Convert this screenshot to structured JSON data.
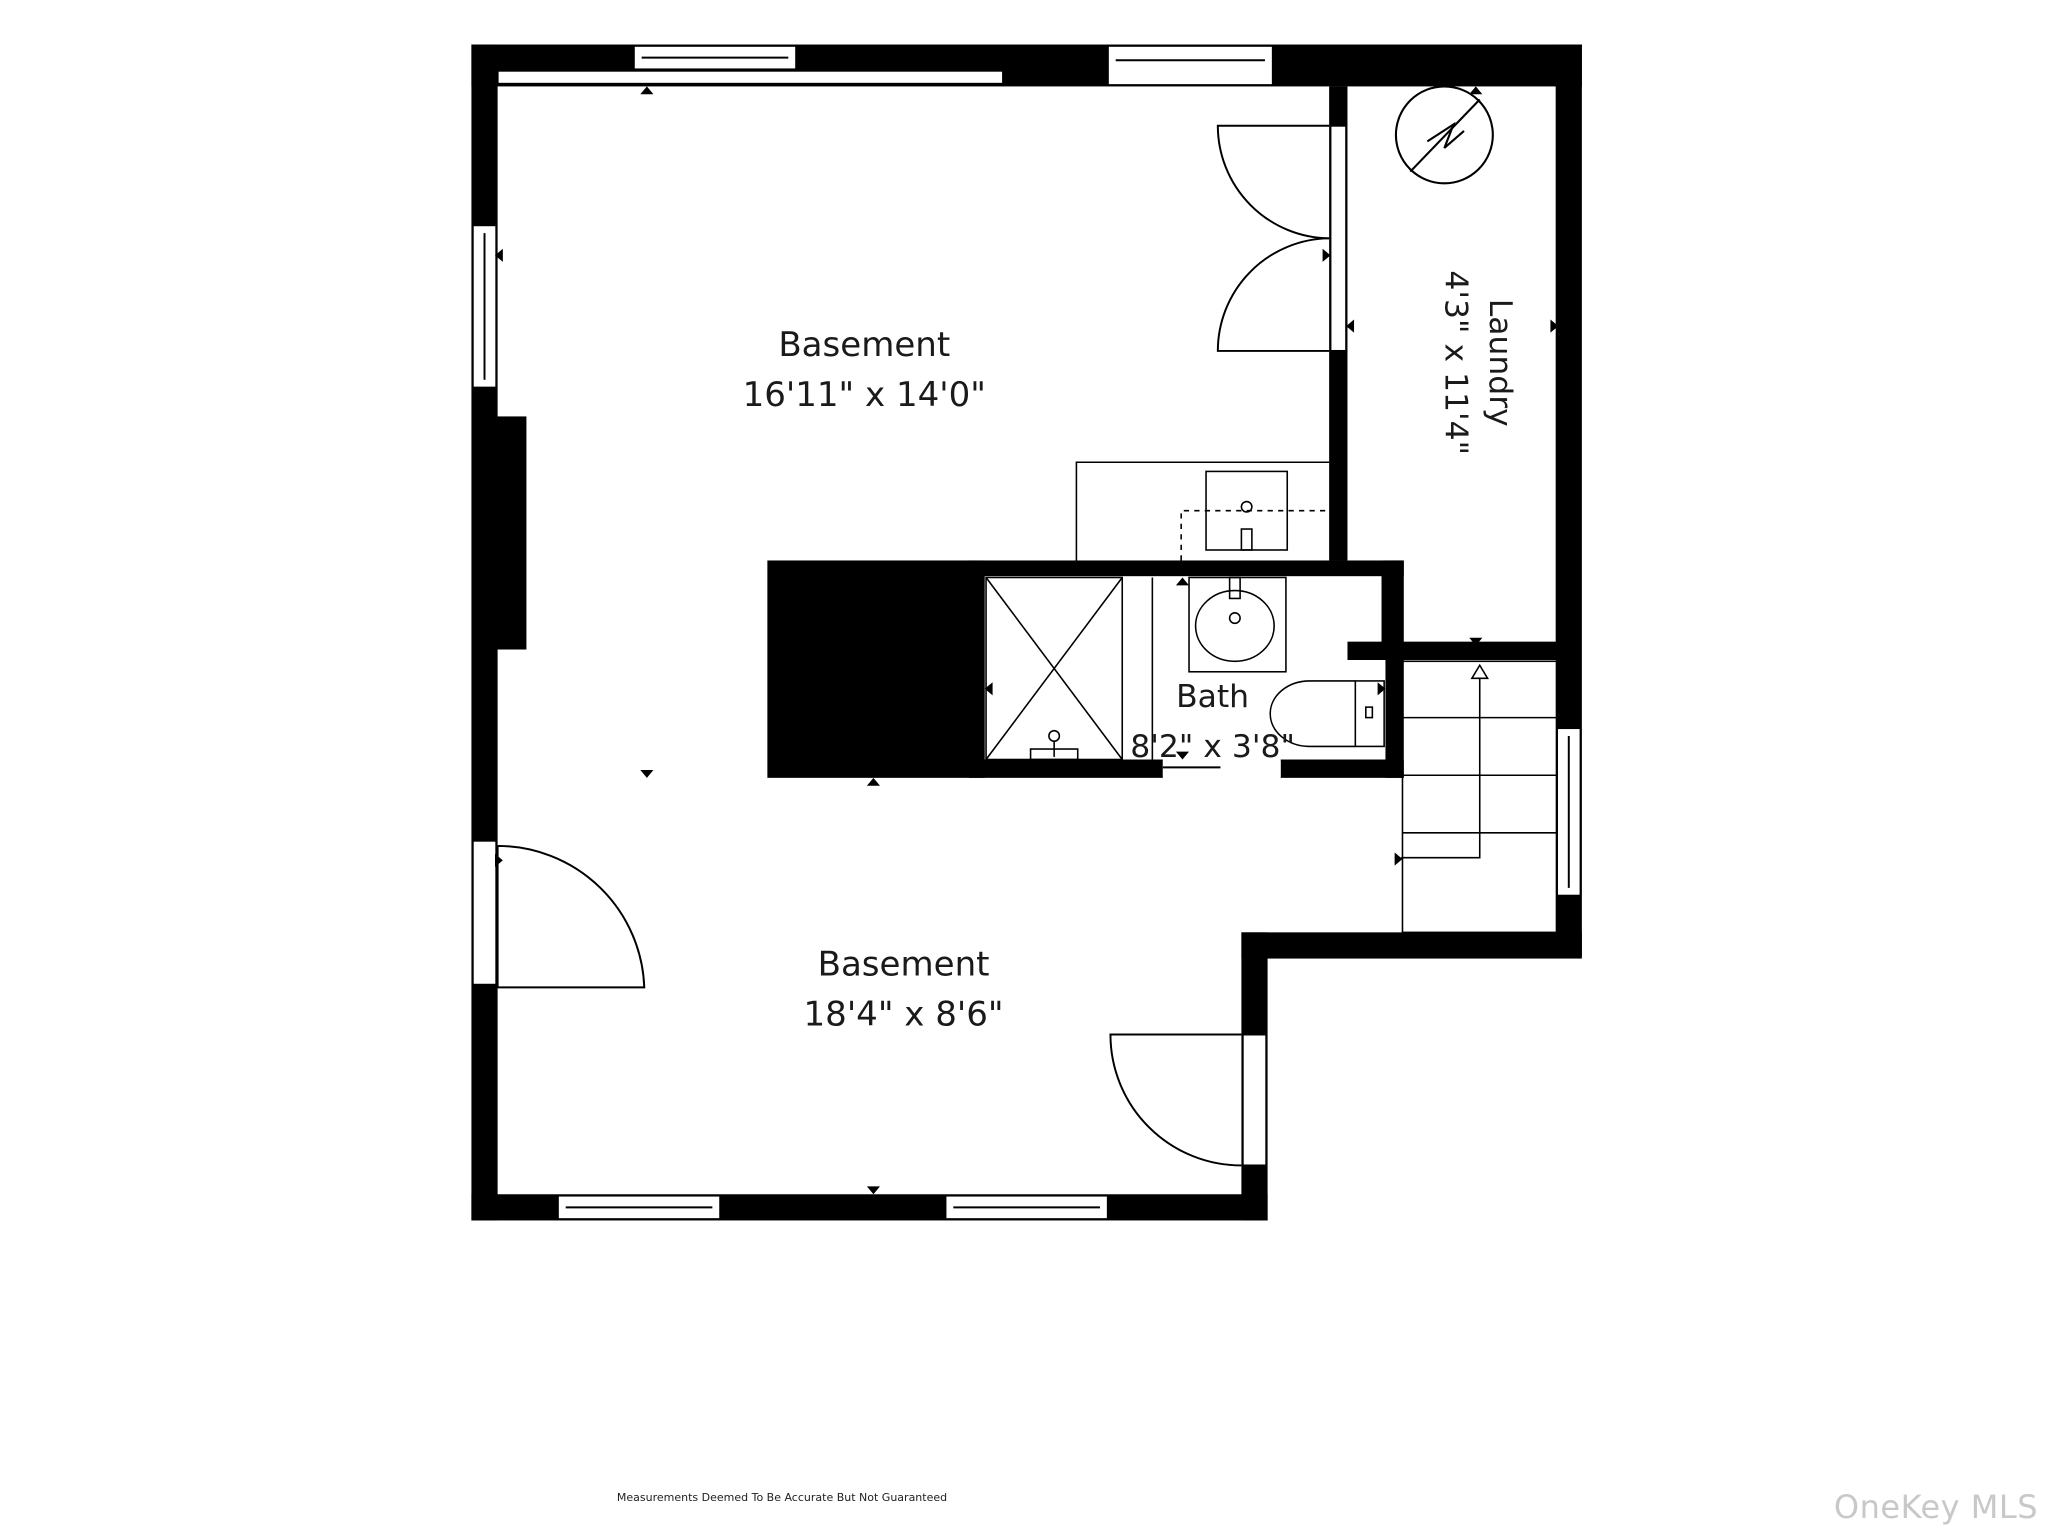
{
  "rooms": {
    "basement_upper": {
      "name": "Basement",
      "dims": "16'11\" x 14'0\""
    },
    "basement_lower": {
      "name": "Basement",
      "dims": "18'4\" x 8'6\""
    },
    "laundry": {
      "name": "Laundry",
      "dims": "4'3\" x 11'4\""
    },
    "bath": {
      "name": "Bath",
      "dims": "8'2\" x 3'8\""
    }
  },
  "disclaimer": "Measurements Deemed To Be Accurate But Not Guaranteed",
  "watermark": "OneKey MLS",
  "colors": {
    "wall": "#000000",
    "background": "#ffffff",
    "line": "#000000",
    "watermark": "#c8c8c8"
  }
}
